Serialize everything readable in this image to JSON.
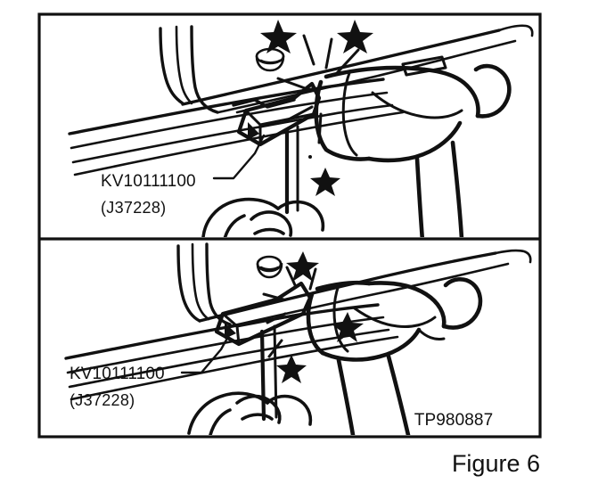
{
  "document": {
    "type": "technical-service-illustration",
    "figure_caption": "Figure 6",
    "drawing_code": "TP980887",
    "background_color": "#ffffff",
    "ink_color": "#111111"
  },
  "frame": {
    "outer_border": true,
    "panel_count": 2,
    "divider": true
  },
  "panels": [
    {
      "id": "upper",
      "position": "top",
      "description": "Ball-peen hammer striking the KV10111100 (J37228) punch tool held by hand against the vehicle rail",
      "label": {
        "tool_number": "KV10111100",
        "alternate_number": "(J37228)",
        "leader_line": true
      },
      "impact_stars": 3,
      "components": [
        "ball-peen-hammer",
        "punch-tool",
        "hand",
        "vehicle-rail",
        "pivot-stud"
      ]
    },
    {
      "id": "lower",
      "position": "bottom",
      "description": "Claw hammer striking the KV10111100 (J37228) punch tool held by hand against the vehicle rail",
      "label": {
        "tool_number": "KV10111100",
        "alternate_number": "(J37228)",
        "leader_line": true
      },
      "impact_stars": 3,
      "components": [
        "claw-hammer",
        "punch-tool",
        "hand",
        "vehicle-rail",
        "pivot-stud"
      ]
    }
  ],
  "footer": {
    "drawing_code": "TP980887",
    "figure_caption": "Figure 6"
  }
}
